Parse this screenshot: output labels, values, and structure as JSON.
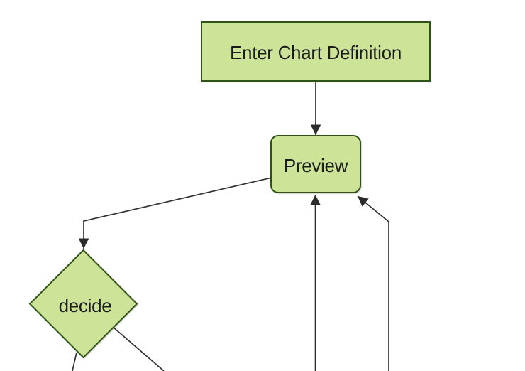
{
  "diagram": {
    "type": "flowchart",
    "orientation": "top-down",
    "background": "#ffffff",
    "palette": {
      "node_fill": "#cde498",
      "node_border": "#2f5317",
      "edge_color": "#333333",
      "arrow_color": "#2b2b2b",
      "text_color": "#1c1c1c"
    },
    "nodes": {
      "enter_chart_definition": {
        "label": "Enter Chart Definition",
        "shape": "rectangle"
      },
      "preview": {
        "label": "Preview",
        "shape": "rounded-rectangle"
      },
      "decide": {
        "label": "decide",
        "shape": "diamond"
      }
    },
    "edges": [
      {
        "from": "enter_chart_definition",
        "to": "preview",
        "arrowhead": true
      },
      {
        "from": "preview",
        "to": "decide",
        "arrowhead": true
      },
      {
        "from": "decide",
        "to": "offscreen-bottom-left",
        "arrowhead": false
      },
      {
        "from": "decide",
        "to": "offscreen-bottom-right",
        "arrowhead": false
      },
      {
        "from": "offscreen-bottom",
        "to": "preview",
        "arrowhead": true
      },
      {
        "from": "offscreen-bottom-right",
        "to": "preview",
        "arrowhead": true
      }
    ]
  }
}
